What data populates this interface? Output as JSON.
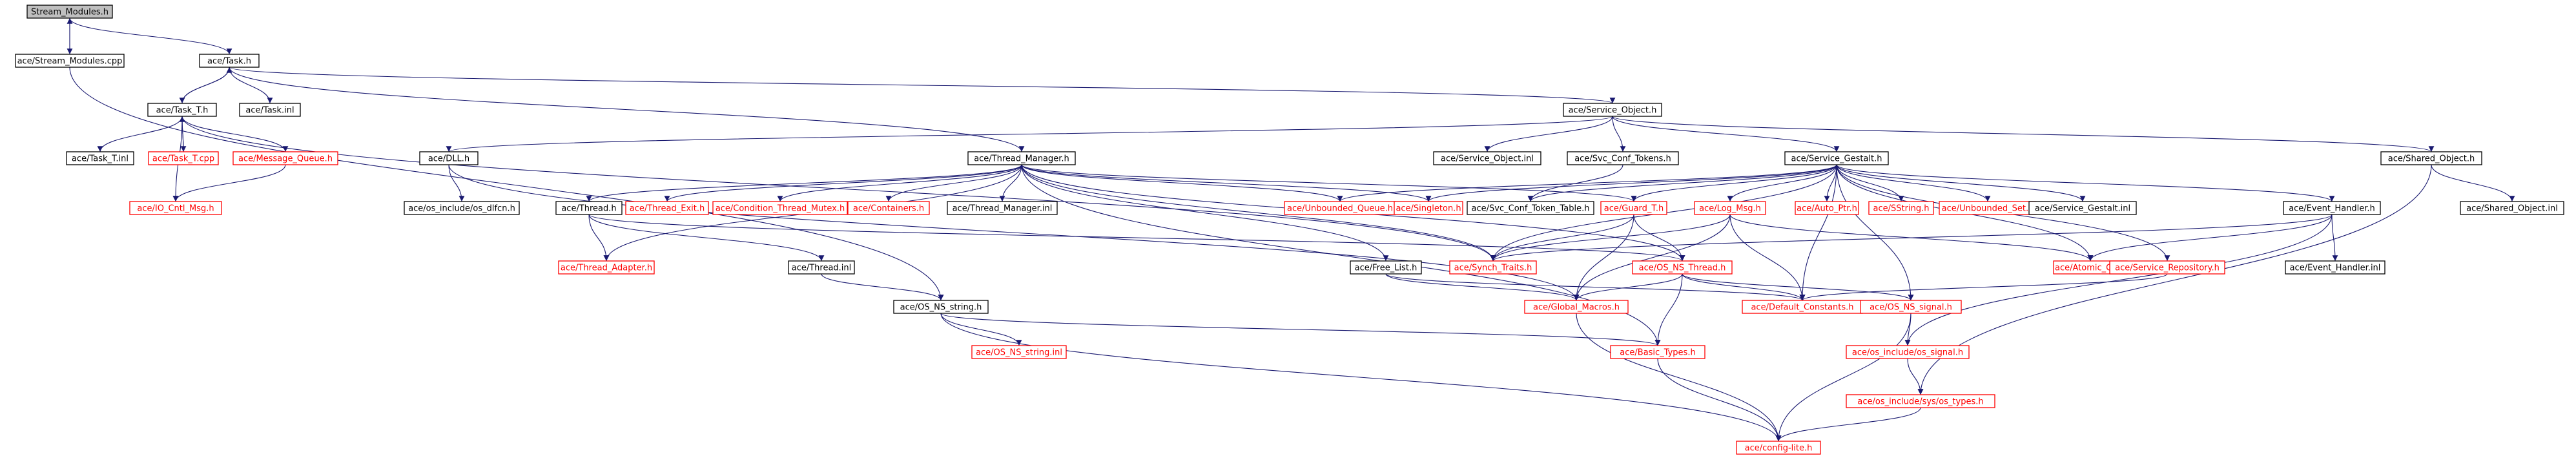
{
  "colors": {
    "edge": "#191970",
    "documented_border": "#000000",
    "documented_text": "#000000",
    "undocumented_border": "#ff0000",
    "undocumented_text": "#ff0000",
    "root_fill": "#bfbfbf"
  },
  "nodes": [
    {
      "id": "stream_modules_h",
      "label": "Stream_Modules.h",
      "documented": true,
      "root": true
    },
    {
      "id": "stream_modules_cpp",
      "label": "ace/Stream_Modules.cpp",
      "documented": true
    },
    {
      "id": "task_h",
      "label": "ace/Task.h",
      "documented": true
    },
    {
      "id": "task_t_h",
      "label": "ace/Task_T.h",
      "documented": true
    },
    {
      "id": "task_inl",
      "label": "ace/Task.inl",
      "documented": true
    },
    {
      "id": "task_t_inl",
      "label": "ace/Task_T.inl",
      "documented": true
    },
    {
      "id": "task_t_cpp",
      "label": "ace/Task_T.cpp",
      "documented": false
    },
    {
      "id": "message_queue_h",
      "label": "ace/Message_Queue.h",
      "documented": false
    },
    {
      "id": "io_cntl_msg_h",
      "label": "ace/IO_Cntl_Msg.h",
      "documented": false
    },
    {
      "id": "dll_h",
      "label": "ace/DLL.h",
      "documented": true
    },
    {
      "id": "os_include_dlfcn_h",
      "label": "ace/os_include/os_dlfcn.h",
      "documented": true
    },
    {
      "id": "thread_manager_h",
      "label": "ace/Thread_Manager.h",
      "documented": true
    },
    {
      "id": "thread_h",
      "label": "ace/Thread.h",
      "documented": true
    },
    {
      "id": "thread_exit_h",
      "label": "ace/Thread_Exit.h",
      "documented": false
    },
    {
      "id": "condition_thread_mutex_h",
      "label": "ace/Condition_Thread_Mutex.h",
      "documented": false
    },
    {
      "id": "containers_h",
      "label": "ace/Containers.h",
      "documented": false
    },
    {
      "id": "thread_manager_inl",
      "label": "ace/Thread_Manager.inl",
      "documented": true
    },
    {
      "id": "unbounded_queue_h",
      "label": "ace/Unbounded_Queue.h",
      "documented": false
    },
    {
      "id": "singleton_h",
      "label": "ace/Singleton.h",
      "documented": false
    },
    {
      "id": "svc_conf_token_table_h",
      "label": "ace/Svc_Conf_Token_Table.h",
      "documented": true
    },
    {
      "id": "thread_adapter_h",
      "label": "ace/Thread_Adapter.h",
      "documented": false
    },
    {
      "id": "thread_inl",
      "label": "ace/Thread.inl",
      "documented": true
    },
    {
      "id": "os_ns_string_h",
      "label": "ace/OS_NS_string.h",
      "documented": true
    },
    {
      "id": "os_ns_string_inl",
      "label": "ace/OS_NS_string.inl",
      "documented": false
    },
    {
      "id": "service_object_h",
      "label": "ace/Service_Object.h",
      "documented": true
    },
    {
      "id": "service_object_inl",
      "label": "ace/Service_Object.inl",
      "documented": true
    },
    {
      "id": "svc_conf_tokens_h",
      "label": "ace/Svc_Conf_Tokens.h",
      "documented": true
    },
    {
      "id": "service_gestalt_h",
      "label": "ace/Service_Gestalt.h",
      "documented": true
    },
    {
      "id": "shared_object_h",
      "label": "ace/Shared_Object.h",
      "documented": true
    },
    {
      "id": "shared_object_inl",
      "label": "ace/Shared_Object.inl",
      "documented": true
    },
    {
      "id": "guard_t_h",
      "label": "ace/Guard_T.h",
      "documented": false
    },
    {
      "id": "log_msg_h",
      "label": "ace/Log_Msg.h",
      "documented": false
    },
    {
      "id": "auto_ptr_h",
      "label": "ace/Auto_Ptr.h",
      "documented": false
    },
    {
      "id": "sstring_h",
      "label": "ace/SString.h",
      "documented": false
    },
    {
      "id": "unbounded_set_h",
      "label": "ace/Unbounded_Set.h",
      "documented": false
    },
    {
      "id": "service_gestalt_inl",
      "label": "ace/Service_Gestalt.inl",
      "documented": true
    },
    {
      "id": "event_handler_h",
      "label": "ace/Event_Handler.h",
      "documented": true
    },
    {
      "id": "event_handler_inl",
      "label": "ace/Event_Handler.inl",
      "documented": true
    },
    {
      "id": "free_list_h",
      "label": "ace/Free_List.h",
      "documented": true
    },
    {
      "id": "synch_traits_h",
      "label": "ace/Synch_Traits.h",
      "documented": false
    },
    {
      "id": "os_ns_thread_h",
      "label": "ace/OS_NS_Thread.h",
      "documented": false
    },
    {
      "id": "atomic_op_h",
      "label": "ace/Atomic_Op.h",
      "documented": false
    },
    {
      "id": "service_repository_h",
      "label": "ace/Service_Repository.h",
      "documented": false
    },
    {
      "id": "global_macros_h",
      "label": "ace/Global_Macros.h",
      "documented": false
    },
    {
      "id": "default_constants_h",
      "label": "ace/Default_Constants.h",
      "documented": false
    },
    {
      "id": "os_ns_signal_h",
      "label": "ace/OS_NS_signal.h",
      "documented": false
    },
    {
      "id": "basic_types_h",
      "label": "ace/Basic_Types.h",
      "documented": false
    },
    {
      "id": "os_include_signal_h",
      "label": "ace/os_include/os_signal.h",
      "documented": false
    },
    {
      "id": "os_include_sys_types_h",
      "label": "ace/os_include/sys/os_types.h",
      "documented": false
    },
    {
      "id": "config_lite_h",
      "label": "ace/config-lite.h",
      "documented": false
    }
  ],
  "edges": [
    [
      "stream_modules_h",
      "stream_modules_cpp"
    ],
    [
      "stream_modules_cpp",
      "stream_modules_h"
    ],
    [
      "stream_modules_h",
      "task_h"
    ],
    [
      "stream_modules_cpp",
      "os_ns_string_h"
    ],
    [
      "task_h",
      "task_t_h"
    ],
    [
      "task_h",
      "task_inl"
    ],
    [
      "task_h",
      "thread_manager_h"
    ],
    [
      "task_h",
      "service_object_h"
    ],
    [
      "task_t_h",
      "task_h"
    ],
    [
      "task_t_h",
      "task_t_inl"
    ],
    [
      "task_t_h",
      "task_t_cpp"
    ],
    [
      "task_t_cpp",
      "task_t_h"
    ],
    [
      "task_t_h",
      "message_queue_h"
    ],
    [
      "task_t_h",
      "io_cntl_msg_h"
    ],
    [
      "task_t_h",
      "synch_traits_h"
    ],
    [
      "message_queue_h",
      "io_cntl_msg_h"
    ],
    [
      "service_object_h",
      "dll_h"
    ],
    [
      "service_object_h",
      "service_object_inl"
    ],
    [
      "service_object_h",
      "svc_conf_tokens_h"
    ],
    [
      "service_object_h",
      "service_gestalt_h"
    ],
    [
      "service_object_h",
      "shared_object_h"
    ],
    [
      "dll_h",
      "os_include_dlfcn_h"
    ],
    [
      "dll_h",
      "global_macros_h"
    ],
    [
      "thread_manager_h",
      "thread_h"
    ],
    [
      "thread_manager_h",
      "thread_exit_h"
    ],
    [
      "thread_manager_h",
      "condition_thread_mutex_h"
    ],
    [
      "thread_manager_h",
      "containers_h"
    ],
    [
      "thread_manager_h",
      "thread_manager_inl"
    ],
    [
      "thread_manager_h",
      "unbounded_queue_h"
    ],
    [
      "thread_manager_h",
      "singleton_h"
    ],
    [
      "thread_manager_h",
      "thread_adapter_h"
    ],
    [
      "thread_manager_h",
      "free_list_h"
    ],
    [
      "thread_manager_h",
      "synch_traits_h"
    ],
    [
      "thread_manager_h",
      "os_ns_thread_h"
    ],
    [
      "thread_manager_h",
      "basic_types_h"
    ],
    [
      "thread_manager_h",
      "guard_t_h"
    ],
    [
      "thread_h",
      "thread_adapter_h"
    ],
    [
      "thread_h",
      "thread_inl"
    ],
    [
      "thread_h",
      "os_ns_thread_h"
    ],
    [
      "thread_inl",
      "os_ns_string_h"
    ],
    [
      "os_ns_string_h",
      "os_ns_string_inl"
    ],
    [
      "os_ns_string_h",
      "basic_types_h"
    ],
    [
      "os_ns_string_h",
      "config_lite_h"
    ],
    [
      "svc_conf_tokens_h",
      "svc_conf_token_table_h"
    ],
    [
      "service_gestalt_h",
      "unbounded_queue_h"
    ],
    [
      "service_gestalt_h",
      "singleton_h"
    ],
    [
      "service_gestalt_h",
      "svc_conf_token_table_h"
    ],
    [
      "service_gestalt_h",
      "guard_t_h"
    ],
    [
      "service_gestalt_h",
      "log_msg_h"
    ],
    [
      "service_gestalt_h",
      "auto_ptr_h"
    ],
    [
      "service_gestalt_h",
      "sstring_h"
    ],
    [
      "service_gestalt_h",
      "unbounded_set_h"
    ],
    [
      "service_gestalt_h",
      "service_gestalt_inl"
    ],
    [
      "service_gestalt_h",
      "event_handler_h"
    ],
    [
      "service_gestalt_h",
      "service_repository_h"
    ],
    [
      "service_gestalt_h",
      "synch_traits_h"
    ],
    [
      "service_gestalt_h",
      "atomic_op_h"
    ],
    [
      "service_gestalt_h",
      "default_constants_h"
    ],
    [
      "service_gestalt_h",
      "os_ns_signal_h"
    ],
    [
      "shared_object_h",
      "shared_object_inl"
    ],
    [
      "shared_object_h",
      "os_include_sys_types_h"
    ],
    [
      "guard_t_h",
      "synch_traits_h"
    ],
    [
      "guard_t_h",
      "os_ns_thread_h"
    ],
    [
      "guard_t_h",
      "global_macros_h"
    ],
    [
      "log_msg_h",
      "synch_traits_h"
    ],
    [
      "log_msg_h",
      "global_macros_h"
    ],
    [
      "log_msg_h",
      "default_constants_h"
    ],
    [
      "log_msg_h",
      "atomic_op_h"
    ],
    [
      "event_handler_h",
      "event_handler_inl"
    ],
    [
      "event_handler_h",
      "atomic_op_h"
    ],
    [
      "event_handler_h",
      "synch_traits_h"
    ],
    [
      "event_handler_h",
      "os_include_signal_h"
    ],
    [
      "free_list_h",
      "global_macros_h"
    ],
    [
      "free_list_h",
      "default_constants_h"
    ],
    [
      "os_ns_thread_h",
      "global_macros_h"
    ],
    [
      "os_ns_thread_h",
      "basic_types_h"
    ],
    [
      "os_ns_thread_h",
      "default_constants_h"
    ],
    [
      "os_ns_thread_h",
      "os_ns_signal_h"
    ],
    [
      "service_repository_h",
      "default_constants_h"
    ],
    [
      "global_macros_h",
      "config_lite_h"
    ],
    [
      "os_ns_signal_h",
      "os_include_signal_h"
    ],
    [
      "basic_types_h",
      "config_lite_h"
    ],
    [
      "os_include_signal_h",
      "os_include_sys_types_h"
    ],
    [
      "os_include_sys_types_h",
      "config_lite_h"
    ],
    [
      "os_ns_signal_h",
      "config_lite_h"
    ]
  ]
}
